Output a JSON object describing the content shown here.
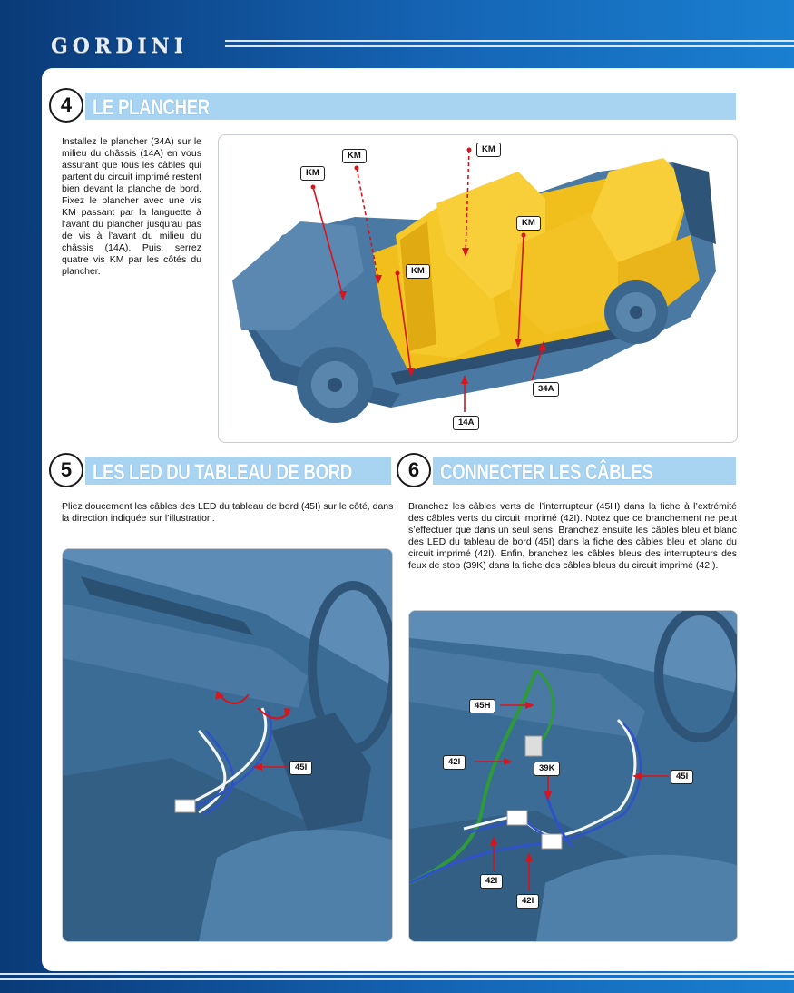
{
  "header": {
    "brand": "GORDINI"
  },
  "section4": {
    "number": "4",
    "title": "LE PLANCHER",
    "text": "Installez le plancher (34A) sur le milieu du châssis (14A) en vous assurant que tous les câbles qui partent du circuit imprimé restent bien devant la planche de bord. Fixez le plancher avec une vis KM passant par la languette à l’avant du plancher jusqu’au pas de vis à l’avant du milieu du châssis (14A). Puis, serrez quatre vis KM par les côtés du plancher.",
    "labels": {
      "km1": "KM",
      "km2": "KM",
      "km3": "KM",
      "km4": "KM",
      "km5": "KM",
      "p34a": "34A",
      "p14a": "14A"
    }
  },
  "section5": {
    "number": "5",
    "title": "LES LED DU TABLEAU DE BORD",
    "text": "Pliez doucement les câbles des LED du tableau de bord (45I) sur le côté, dans la direction indiquée sur l’illustration.",
    "labels": {
      "p45i": "45I"
    }
  },
  "section6": {
    "number": "6",
    "title": "CONNECTER LES CÂBLES",
    "text": "Branchez les câbles verts de l’interrupteur (45H) dans la fiche à l’extrémité des câbles verts du circuit imprimé (42I). Notez que ce branchement ne peut s’effectuer que dans un seul sens. Branchez ensuite les câbles bleu et blanc des LED du tableau de bord (45I) dans la fiche des câbles bleu et blanc du circuit imprimé (42I). Enfin, branchez les câbles bleus des interrupteurs des feux de stop (39K) dans la fiche des câbles bleus du circuit imprimé (42I).",
    "labels": {
      "p45h": "45H",
      "p42i_a": "42I",
      "p39k": "39K",
      "p45i": "45I",
      "p42i_b": "42I",
      "p42i_c": "42I"
    }
  },
  "colors": {
    "accent_bar": "#a8d4f2",
    "model_blue": "#3f6f98",
    "model_yellow": "#f0bf1c",
    "arrow_red": "#d8141c",
    "wire_green": "#2f9a3c"
  }
}
